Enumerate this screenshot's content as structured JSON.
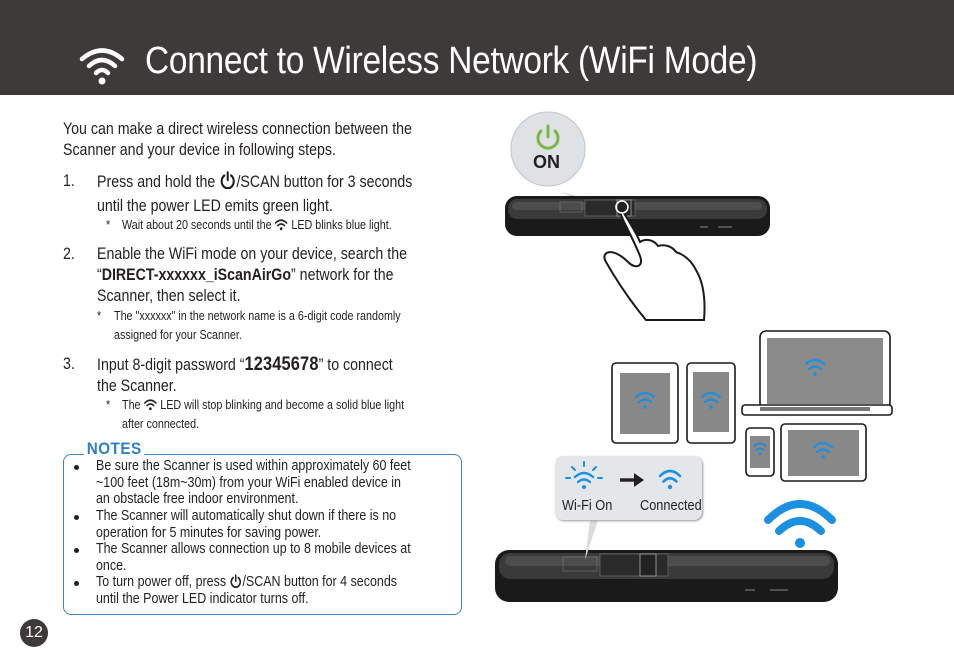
{
  "header": {
    "title": "Connect to Wireless Network (WiFi Mode)",
    "icon": "wifi-icon"
  },
  "intro": {
    "line1": "You can make a direct wireless connection between the",
    "line2": "Scanner and your device in following steps."
  },
  "steps": [
    {
      "number": "1.",
      "line1_pre": "Press and hold the ",
      "line1_icon": "power-icon",
      "line1_post": "/SCAN button for 3 seconds",
      "line2": "until the power LED emits green light.",
      "note_star": "*",
      "note_pre": "Wait about 20 seconds until the ",
      "note_icon": "wifi-icon",
      "note_post": " LED blinks blue light."
    },
    {
      "number": "2.",
      "line1": "Enable the WiFi mode on your device, search the",
      "line2_pre": "“",
      "line2_bold": "DIRECT-xxxxxx_iScanAirGo",
      "line2_post": "” network for the",
      "line3": "Scanner, then select it.",
      "note_star": "*",
      "note_line1": "The \"xxxxxx\" in the network name is a 6-digit code randomly",
      "note_line2": "assigned for your Scanner."
    },
    {
      "number": "3.",
      "line1_pre": "Input 8-digit password “",
      "line1_bold": "12345678",
      "line1_post": "” to connect",
      "line2": "the Scanner.",
      "note_star": "*",
      "note_pre": "The ",
      "note_icon": "wifi-icon",
      "note_post": " LED will stop blinking and become a solid blue light",
      "note_line2": "after connected."
    }
  ],
  "notes": {
    "label": "NOTES",
    "items": [
      {
        "lines": [
          "Be sure the Scanner is used within approximately 60 feet",
          "~100 feet (18m~30m) from your WiFi enabled device in",
          "an obstacle free indoor environment."
        ]
      },
      {
        "lines": [
          "The Scanner will automatically shut down if there is no",
          "operation for 5 minutes for saving power."
        ]
      },
      {
        "lines": [
          "The Scanner allows connection up to 8 mobile devices at",
          "once."
        ]
      },
      {
        "pre": "To turn power off, press ",
        "icon": "power-icon",
        "post": "/SCAN button for 4 seconds",
        "line2": "until the Power LED indicator turns off."
      }
    ]
  },
  "illustration": {
    "on_bubble_label": "ON",
    "legend_wifi_on": "Wi-Fi On",
    "legend_connected": "Connected"
  },
  "page_number": "12",
  "colors": {
    "header_bg": "#3d3a39",
    "accent_blue": "#2f7fc4",
    "wifi_blue": "#1b8fe0",
    "power_green": "#7ab648"
  }
}
